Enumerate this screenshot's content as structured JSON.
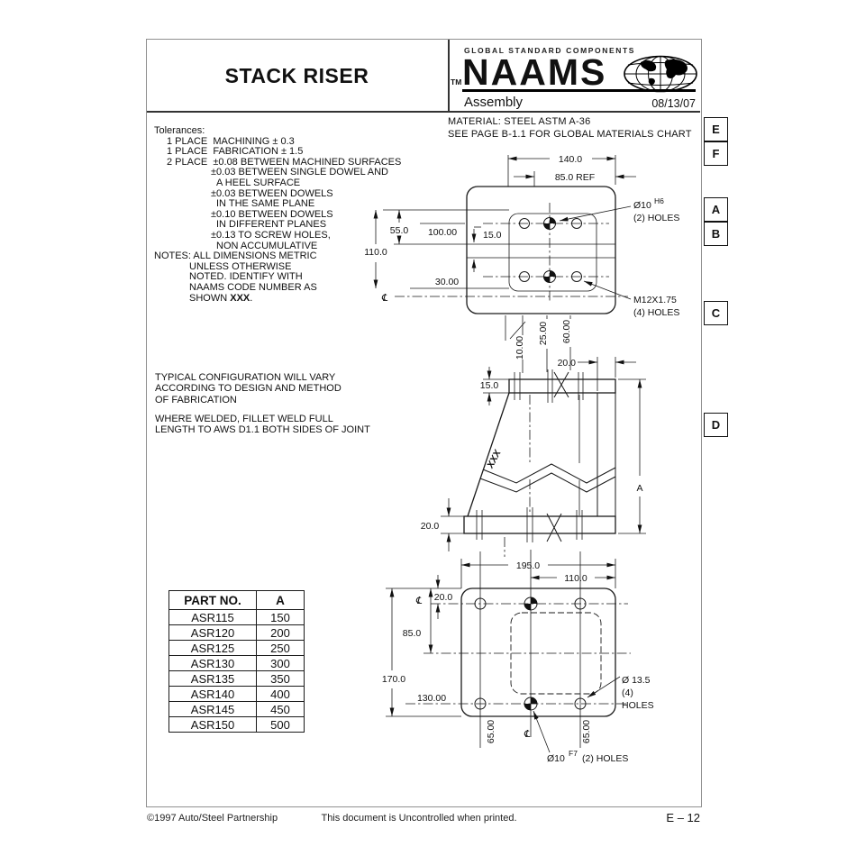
{
  "header": {
    "title": "STACK RISER",
    "tagline": "GLOBAL STANDARD COMPONENTS",
    "tm": "TM",
    "brand": "NAAMS",
    "subtitle": "Assembly",
    "date": "08/13/07"
  },
  "material": {
    "line1": "MATERIAL: STEEL ASTM A-36",
    "line2": "SEE PAGE B-1.1 FOR GLOBAL MATERIALS CHART"
  },
  "zones": {
    "e": "E",
    "f": "F",
    "a": "A",
    "b": "B",
    "c": "C",
    "d": "D"
  },
  "tolerances": {
    "lines": [
      "Tolerances:",
      "1 PLACE  MACHINING ± 0.3",
      "1 PLACE  FABRICATION ± 1.5",
      "2 PLACE  ±0.08 BETWEEN MACHINED SURFACES",
      "±0.03 BETWEEN SINGLE DOWEL AND",
      "A HEEL SURFACE",
      "±0.03 BETWEEN DOWELS",
      "IN THE SAME PLANE",
      "±0.10 BETWEEN DOWELS",
      "IN DIFFERENT PLANES",
      "±0.13 TO SCREW HOLES,",
      "NON ACCUMULATIVE",
      "NOTES: ALL DIMENSIONS METRIC",
      "UNLESS OTHERWISE",
      "NOTED. IDENTIFY WITH",
      "NAAMS CODE NUMBER AS"
    ],
    "shown_prefix": "SHOWN ",
    "shown_code": "XXX",
    "shown_suffix": "."
  },
  "notes": {
    "config": [
      "TYPICAL CONFIGURATION WILL VARY",
      "ACCORDING TO DESIGN AND METHOD",
      "OF FABRICATION"
    ],
    "weld": [
      "WHERE WELDED, FILLET WELD FULL",
      "LENGTH TO AWS D1.1 BOTH SIDES OF JOINT"
    ]
  },
  "part_table": {
    "headers": [
      "PART NO.",
      "A"
    ],
    "rows": [
      [
        "ASR115",
        "150"
      ],
      [
        "ASR120",
        "200"
      ],
      [
        "ASR125",
        "250"
      ],
      [
        "ASR130",
        "300"
      ],
      [
        "ASR135",
        "350"
      ],
      [
        "ASR140",
        "400"
      ],
      [
        "ASR145",
        "450"
      ],
      [
        "ASR150",
        "500"
      ]
    ]
  },
  "drawing": {
    "cl_symbol": "℄",
    "top_view": {
      "dim_width": "140.0",
      "dim_ref": "85.0 REF",
      "dim_55": "55.0",
      "dim_110": "110.0",
      "dim_100": "100.00",
      "dim_15": "15.0",
      "dim_30": "30.00",
      "dim_10v": "10.00",
      "dim_25v": "25.00",
      "dim_60v": "60.00",
      "dowel_label": "Ø10",
      "dowel_fit": "H6",
      "dowel_qty": "(2) HOLES",
      "tap_label": "M12X1.75",
      "tap_qty": "(4) HOLES"
    },
    "side_view": {
      "dim_top_thickness": "15.0",
      "dim_top_offset": "20.0",
      "dim_bottom_thickness": "20.0",
      "dim_height": "A",
      "part_code": "XXX"
    },
    "bottom_view": {
      "dim_width": "195.0",
      "dim_110": "110.0",
      "dim_20": "20.0",
      "dim_85": "85.0",
      "dim_170": "170.0",
      "dim_130": "130.00",
      "dim_65_left": "65.00",
      "dim_65_right": "65.00",
      "hole_label": "Ø 13.5",
      "hole_qty": "(4)",
      "hole_word": "HOLES",
      "dowel_label": "Ø10",
      "dowel_fit": "F7",
      "dowel_qty": "(2) HOLES"
    }
  },
  "footer": {
    "copyright": "©1997 Auto/Steel Partnership",
    "notice": "This document is Uncontrolled when printed.",
    "page_no": "E – 12"
  }
}
